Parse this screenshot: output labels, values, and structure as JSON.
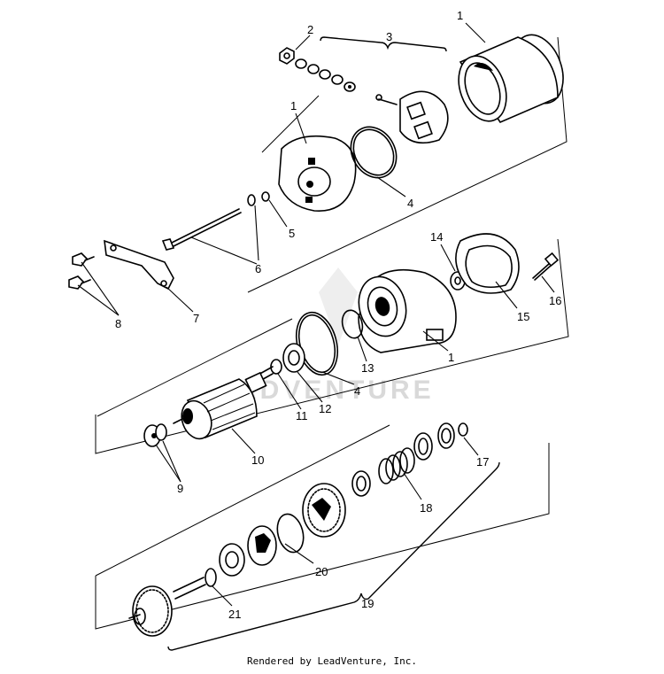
{
  "watermark": "ADVENTURE",
  "footer": "Rendered by LeadVenture, Inc.",
  "callouts": {
    "c1a": "1",
    "c2": "2",
    "c3": "3",
    "c1b": "1",
    "c4a": "4",
    "c5": "5",
    "c6": "6",
    "c7": "7",
    "c8": "8",
    "c14": "14",
    "c16": "16",
    "c15": "15",
    "c1c": "1",
    "c13": "13",
    "c4b": "4",
    "c12": "12",
    "c11": "11",
    "c10": "10",
    "c9": "9",
    "c17": "17",
    "c18": "18",
    "c20": "20",
    "c19": "19",
    "c21": "21"
  }
}
